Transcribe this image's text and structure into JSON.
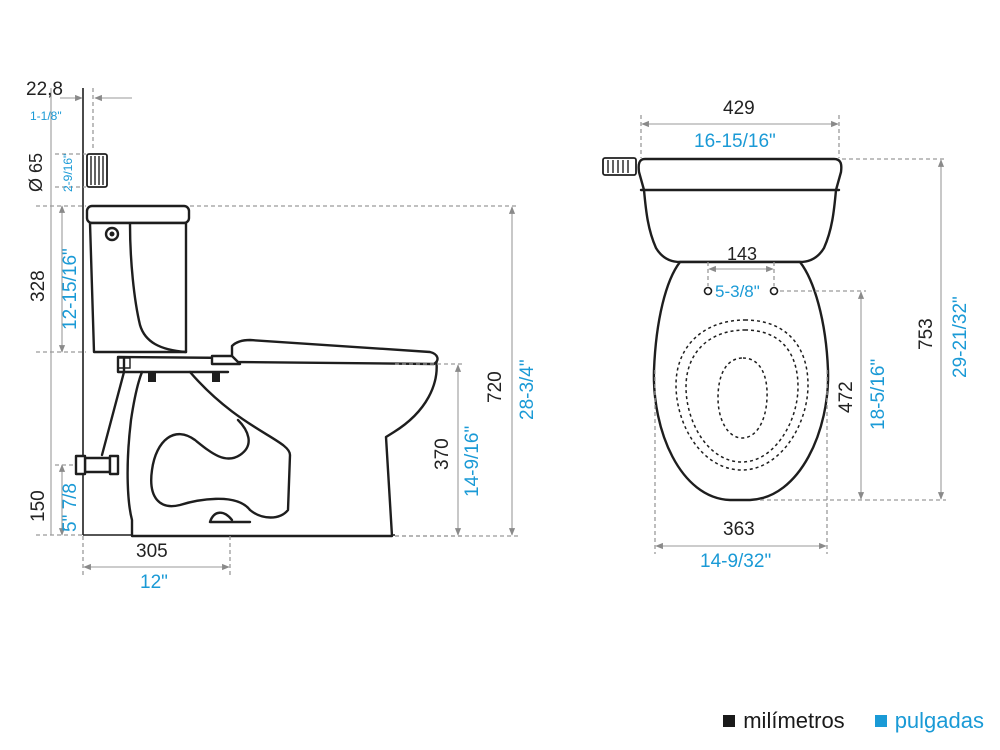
{
  "colors": {
    "millimeters": "#1a1a1a",
    "inches": "#1a9ad6"
  },
  "side_view": {
    "supply_offset": {
      "mm": "22,8",
      "in": "1-1/8\""
    },
    "supply_diameter": {
      "mm": "Ø 65",
      "in": "2-9/16\""
    },
    "tank_height": {
      "mm": "328",
      "in": "12-15/16\""
    },
    "supply_height": {
      "mm": "150",
      "in": "5\" 7/8"
    },
    "rough_in": {
      "mm": "305",
      "in": "12\""
    },
    "bowl_height": {
      "mm": "370",
      "in": "14-9/16\""
    },
    "total_height": {
      "mm": "720",
      "in": "28-3/4\""
    }
  },
  "top_view": {
    "tank_width": {
      "mm": "429",
      "in": "16-15/16\""
    },
    "bolt_spacing": {
      "mm": "143",
      "in": "5-3/8\""
    },
    "bowl_length": {
      "mm": "472",
      "in": "18-5/16\""
    },
    "total_depth": {
      "mm": "753",
      "in": "29-21/32\""
    },
    "bowl_width": {
      "mm": "363",
      "in": "14-9/32\""
    }
  },
  "legend": {
    "mm_label": "milímetros",
    "in_label": "pulgadas"
  }
}
